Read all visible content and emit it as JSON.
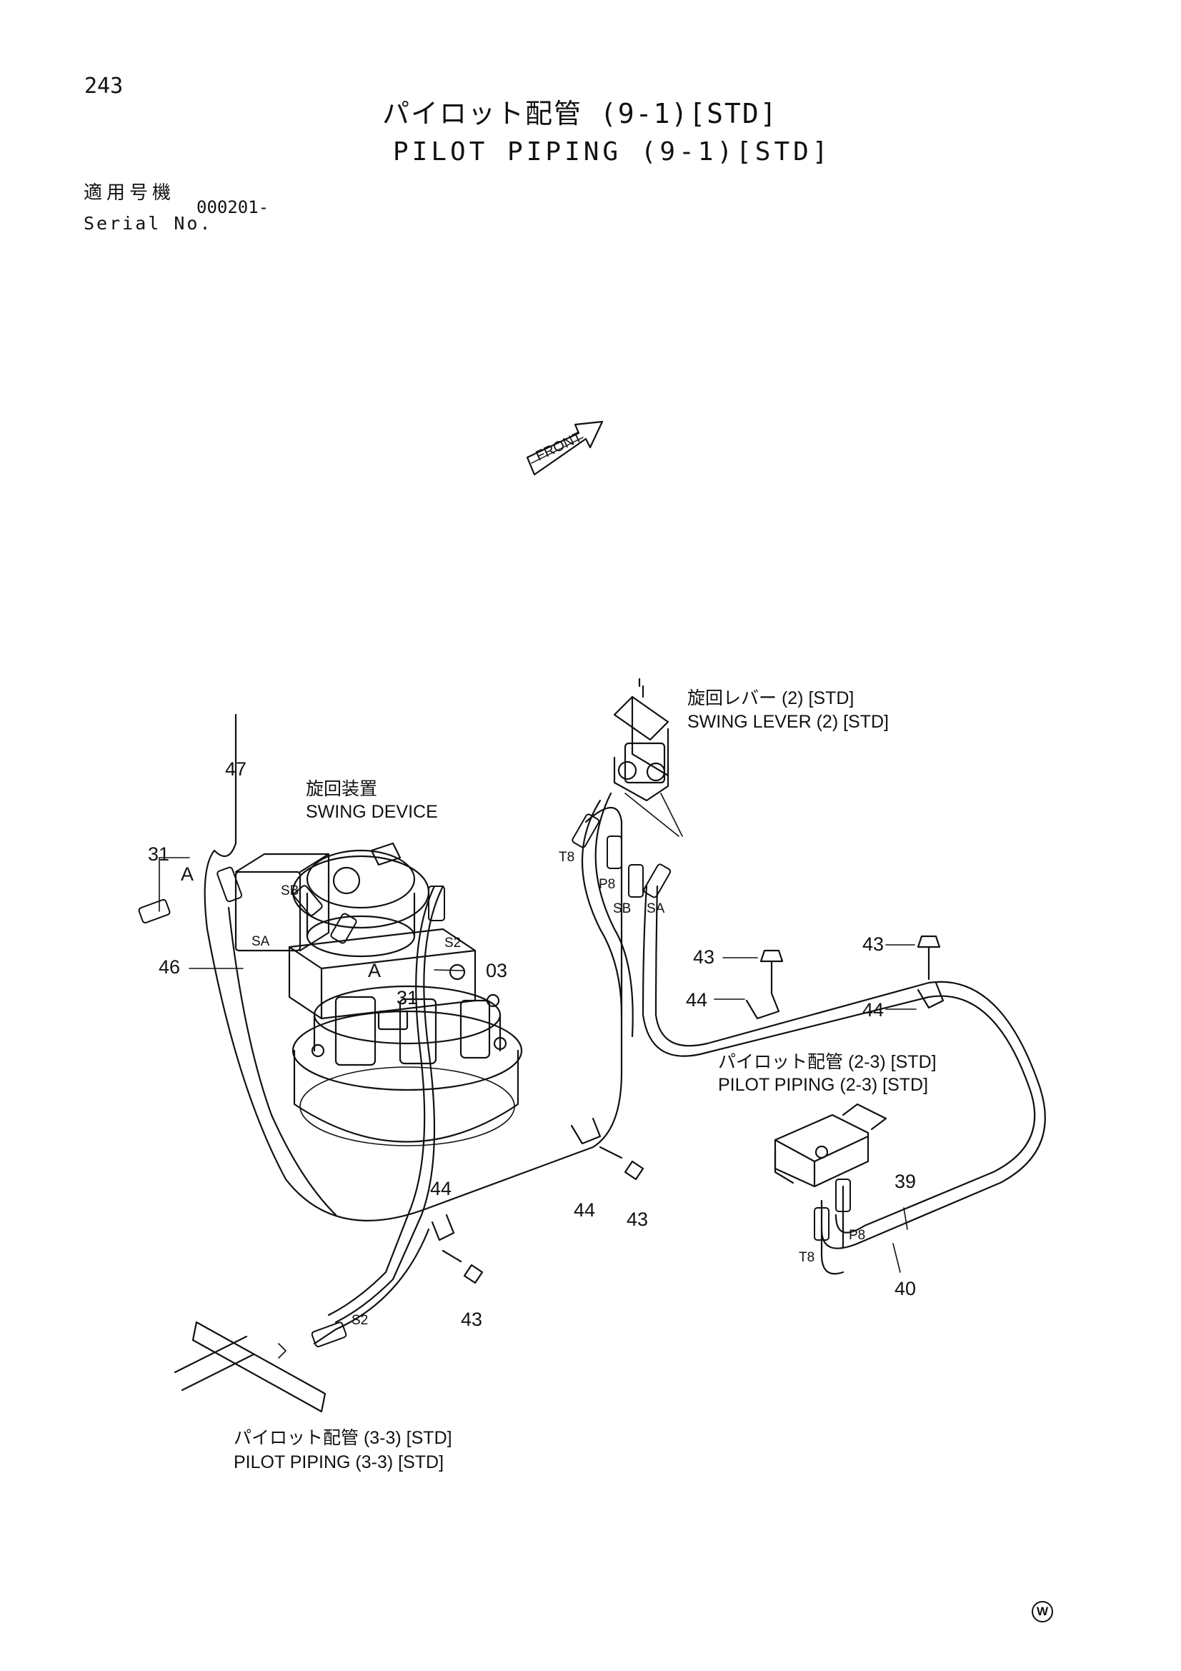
{
  "header": {
    "page_number": "243",
    "title_jp": "パイロット配管 (9-1)[STD]",
    "title_en": "PILOT PIPING (9-1)[STD]",
    "serial_label_jp": "適用号機",
    "serial_label_en": "Serial No.",
    "serial_value": "000201-"
  },
  "diagram": {
    "front_label": "FRONT",
    "components": {
      "swing_lever_jp": "旋回レバー (2) [STD]",
      "swing_lever_en": "SWING LEVER (2) [STD]",
      "swing_device_jp": "旋回装置",
      "swing_device_en": "SWING DEVICE",
      "piping_23_jp": "パイロット配管 (2-3) [STD]",
      "piping_23_en": "PILOT PIPING (2-3) [STD]",
      "piping_33_jp": "パイロット配管 (3-3) [STD]",
      "piping_33_en": "PILOT PIPING (3-3) [STD]"
    },
    "part_numbers": {
      "p47": "47",
      "p31a": "31",
      "pA1": "A",
      "p46": "46",
      "pA2": "A",
      "p31b": "31",
      "p03": "03",
      "p43a": "43",
      "p43b": "43",
      "p44a": "44",
      "p44b": "44",
      "p44c": "44",
      "p44d": "44",
      "p43c": "43",
      "p43d": "43",
      "p39": "39",
      "p40": "40"
    },
    "port_labels": {
      "sb1": "SB",
      "sa1": "SA",
      "s2a": "S2",
      "t8a": "T8",
      "p8a": "P8",
      "sb2": "SB",
      "sa2": "SA",
      "s2b": "S2",
      "p8b": "P8",
      "t8b": "T8"
    }
  },
  "footer": {
    "mark": "W"
  }
}
